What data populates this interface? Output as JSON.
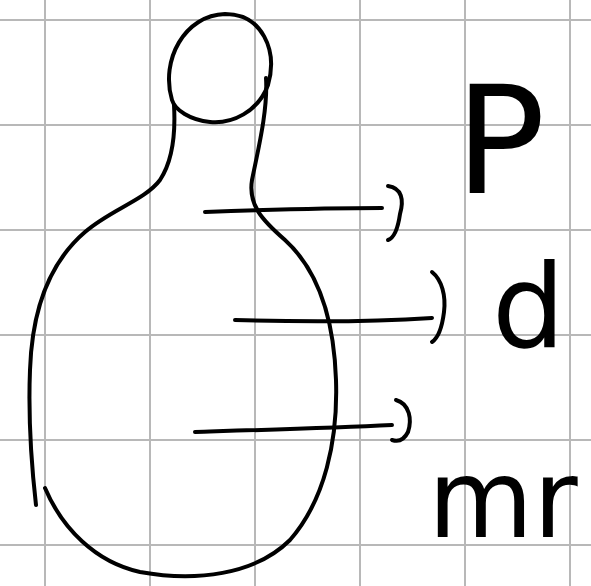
{
  "diagram": {
    "labels": [
      "P",
      "d",
      "mr"
    ]
  }
}
